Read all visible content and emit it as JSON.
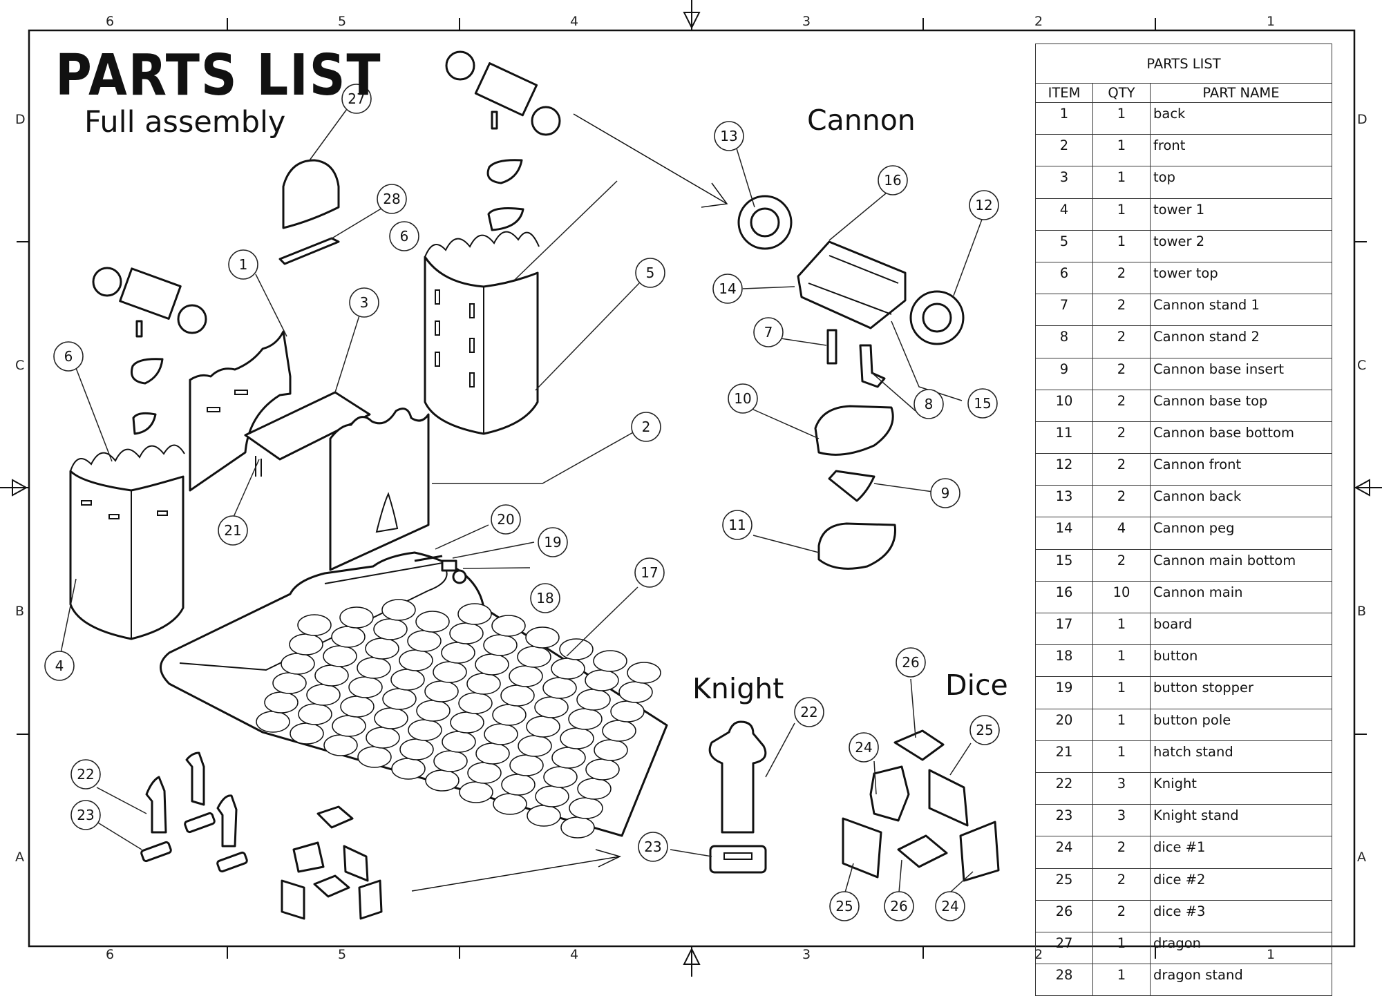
{
  "title": "PARTS LIST",
  "subtitle": "Full assembly",
  "frame": {
    "columns": [
      "6",
      "5",
      "4",
      "3",
      "2",
      "1"
    ],
    "rows": [
      "D",
      "C",
      "B",
      "A"
    ]
  },
  "sections": {
    "cannon": "Cannon",
    "knight": "Knight",
    "dice": "Dice"
  },
  "table": {
    "title": "PARTS LIST",
    "headers": [
      "ITEM",
      "QTY",
      "PART NAME"
    ],
    "rows": [
      {
        "item": "1",
        "qty": "1",
        "name": "back"
      },
      {
        "item": "2",
        "qty": "1",
        "name": "front"
      },
      {
        "item": "3",
        "qty": "1",
        "name": "top"
      },
      {
        "item": "4",
        "qty": "1",
        "name": "tower 1"
      },
      {
        "item": "5",
        "qty": "1",
        "name": "tower 2"
      },
      {
        "item": "6",
        "qty": "2",
        "name": "tower top"
      },
      {
        "item": "7",
        "qty": "2",
        "name": "Cannon stand 1"
      },
      {
        "item": "8",
        "qty": "2",
        "name": "Cannon stand 2"
      },
      {
        "item": "9",
        "qty": "2",
        "name": "Cannon base insert"
      },
      {
        "item": "10",
        "qty": "2",
        "name": "Cannon base top"
      },
      {
        "item": "11",
        "qty": "2",
        "name": "Cannon base bottom"
      },
      {
        "item": "12",
        "qty": "2",
        "name": "Cannon front"
      },
      {
        "item": "13",
        "qty": "2",
        "name": "Cannon back"
      },
      {
        "item": "14",
        "qty": "4",
        "name": "Cannon peg"
      },
      {
        "item": "15",
        "qty": "2",
        "name": "Cannon main bottom"
      },
      {
        "item": "16",
        "qty": "10",
        "name": "Cannon main"
      },
      {
        "item": "17",
        "qty": "1",
        "name": "board"
      },
      {
        "item": "18",
        "qty": "1",
        "name": "button"
      },
      {
        "item": "19",
        "qty": "1",
        "name": "button stopper"
      },
      {
        "item": "20",
        "qty": "1",
        "name": "button pole"
      },
      {
        "item": "21",
        "qty": "1",
        "name": "hatch stand"
      },
      {
        "item": "22",
        "qty": "3",
        "name": "Knight"
      },
      {
        "item": "23",
        "qty": "3",
        "name": "Knight stand"
      },
      {
        "item": "24",
        "qty": "2",
        "name": "dice #1"
      },
      {
        "item": "25",
        "qty": "2",
        "name": "dice #2"
      },
      {
        "item": "26",
        "qty": "2",
        "name": "dice #3"
      },
      {
        "item": "27",
        "qty": "1",
        "name": "dragon"
      },
      {
        "item": "28",
        "qty": "1",
        "name": "dragon stand"
      }
    ]
  },
  "balloons": [
    "27",
    "28",
    "1",
    "6",
    "3",
    "5",
    "2",
    "4",
    "21",
    "20",
    "19",
    "18",
    "17",
    "6",
    "13",
    "16",
    "12",
    "14",
    "7",
    "8",
    "15",
    "10",
    "9",
    "11",
    "22",
    "23",
    "22",
    "23",
    "26",
    "24",
    "25",
    "25",
    "26",
    "24"
  ]
}
